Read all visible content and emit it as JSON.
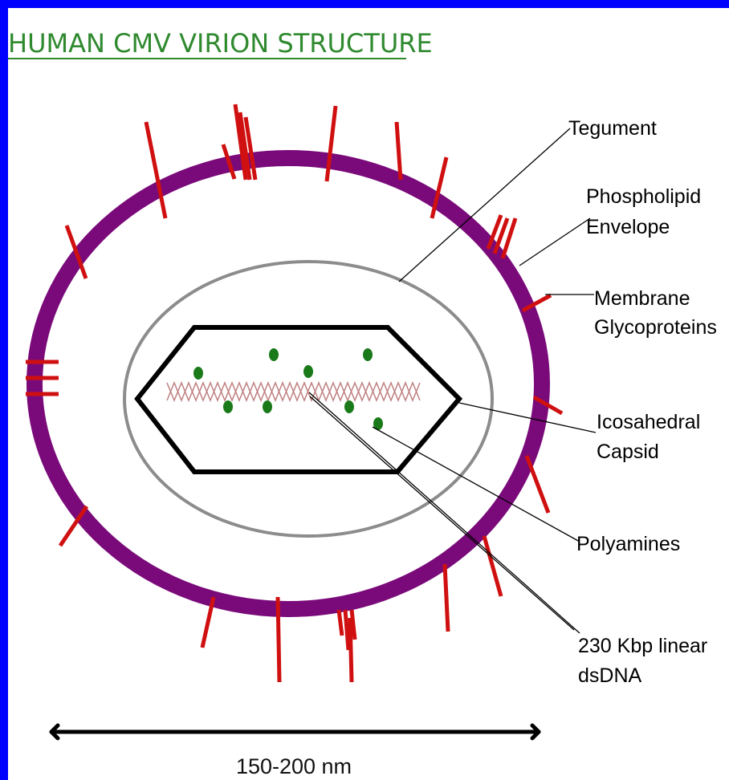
{
  "title": "HUMAN CMV VIRION STRUCTURE",
  "labels": {
    "tegument": "Tegument",
    "phospholipid_line1": "Phospholipid",
    "phospholipid_line2": "Envelope",
    "membrane_line1": "Membrane",
    "membrane_line2": "Glycoproteins",
    "icosahedral_line1": "Icosahedral",
    "icosahedral_line2": "Capsid",
    "polyamines": "Polyamines",
    "dna_line1": "230 Kbp linear",
    "dna_line2": "dsDNA"
  },
  "scale_label": "150-200 nm",
  "colors": {
    "border": "#0000ff",
    "background": "#ffffff",
    "title": "#2f8a2f",
    "envelope": "#7a0a7a",
    "glycoprotein_spikes": "#d01010",
    "tegument_outline": "#8c8c8c",
    "capsid_outline": "#000000",
    "dna_strand": "#c08080",
    "polyamine_dots": "#1a7a1a"
  }
}
